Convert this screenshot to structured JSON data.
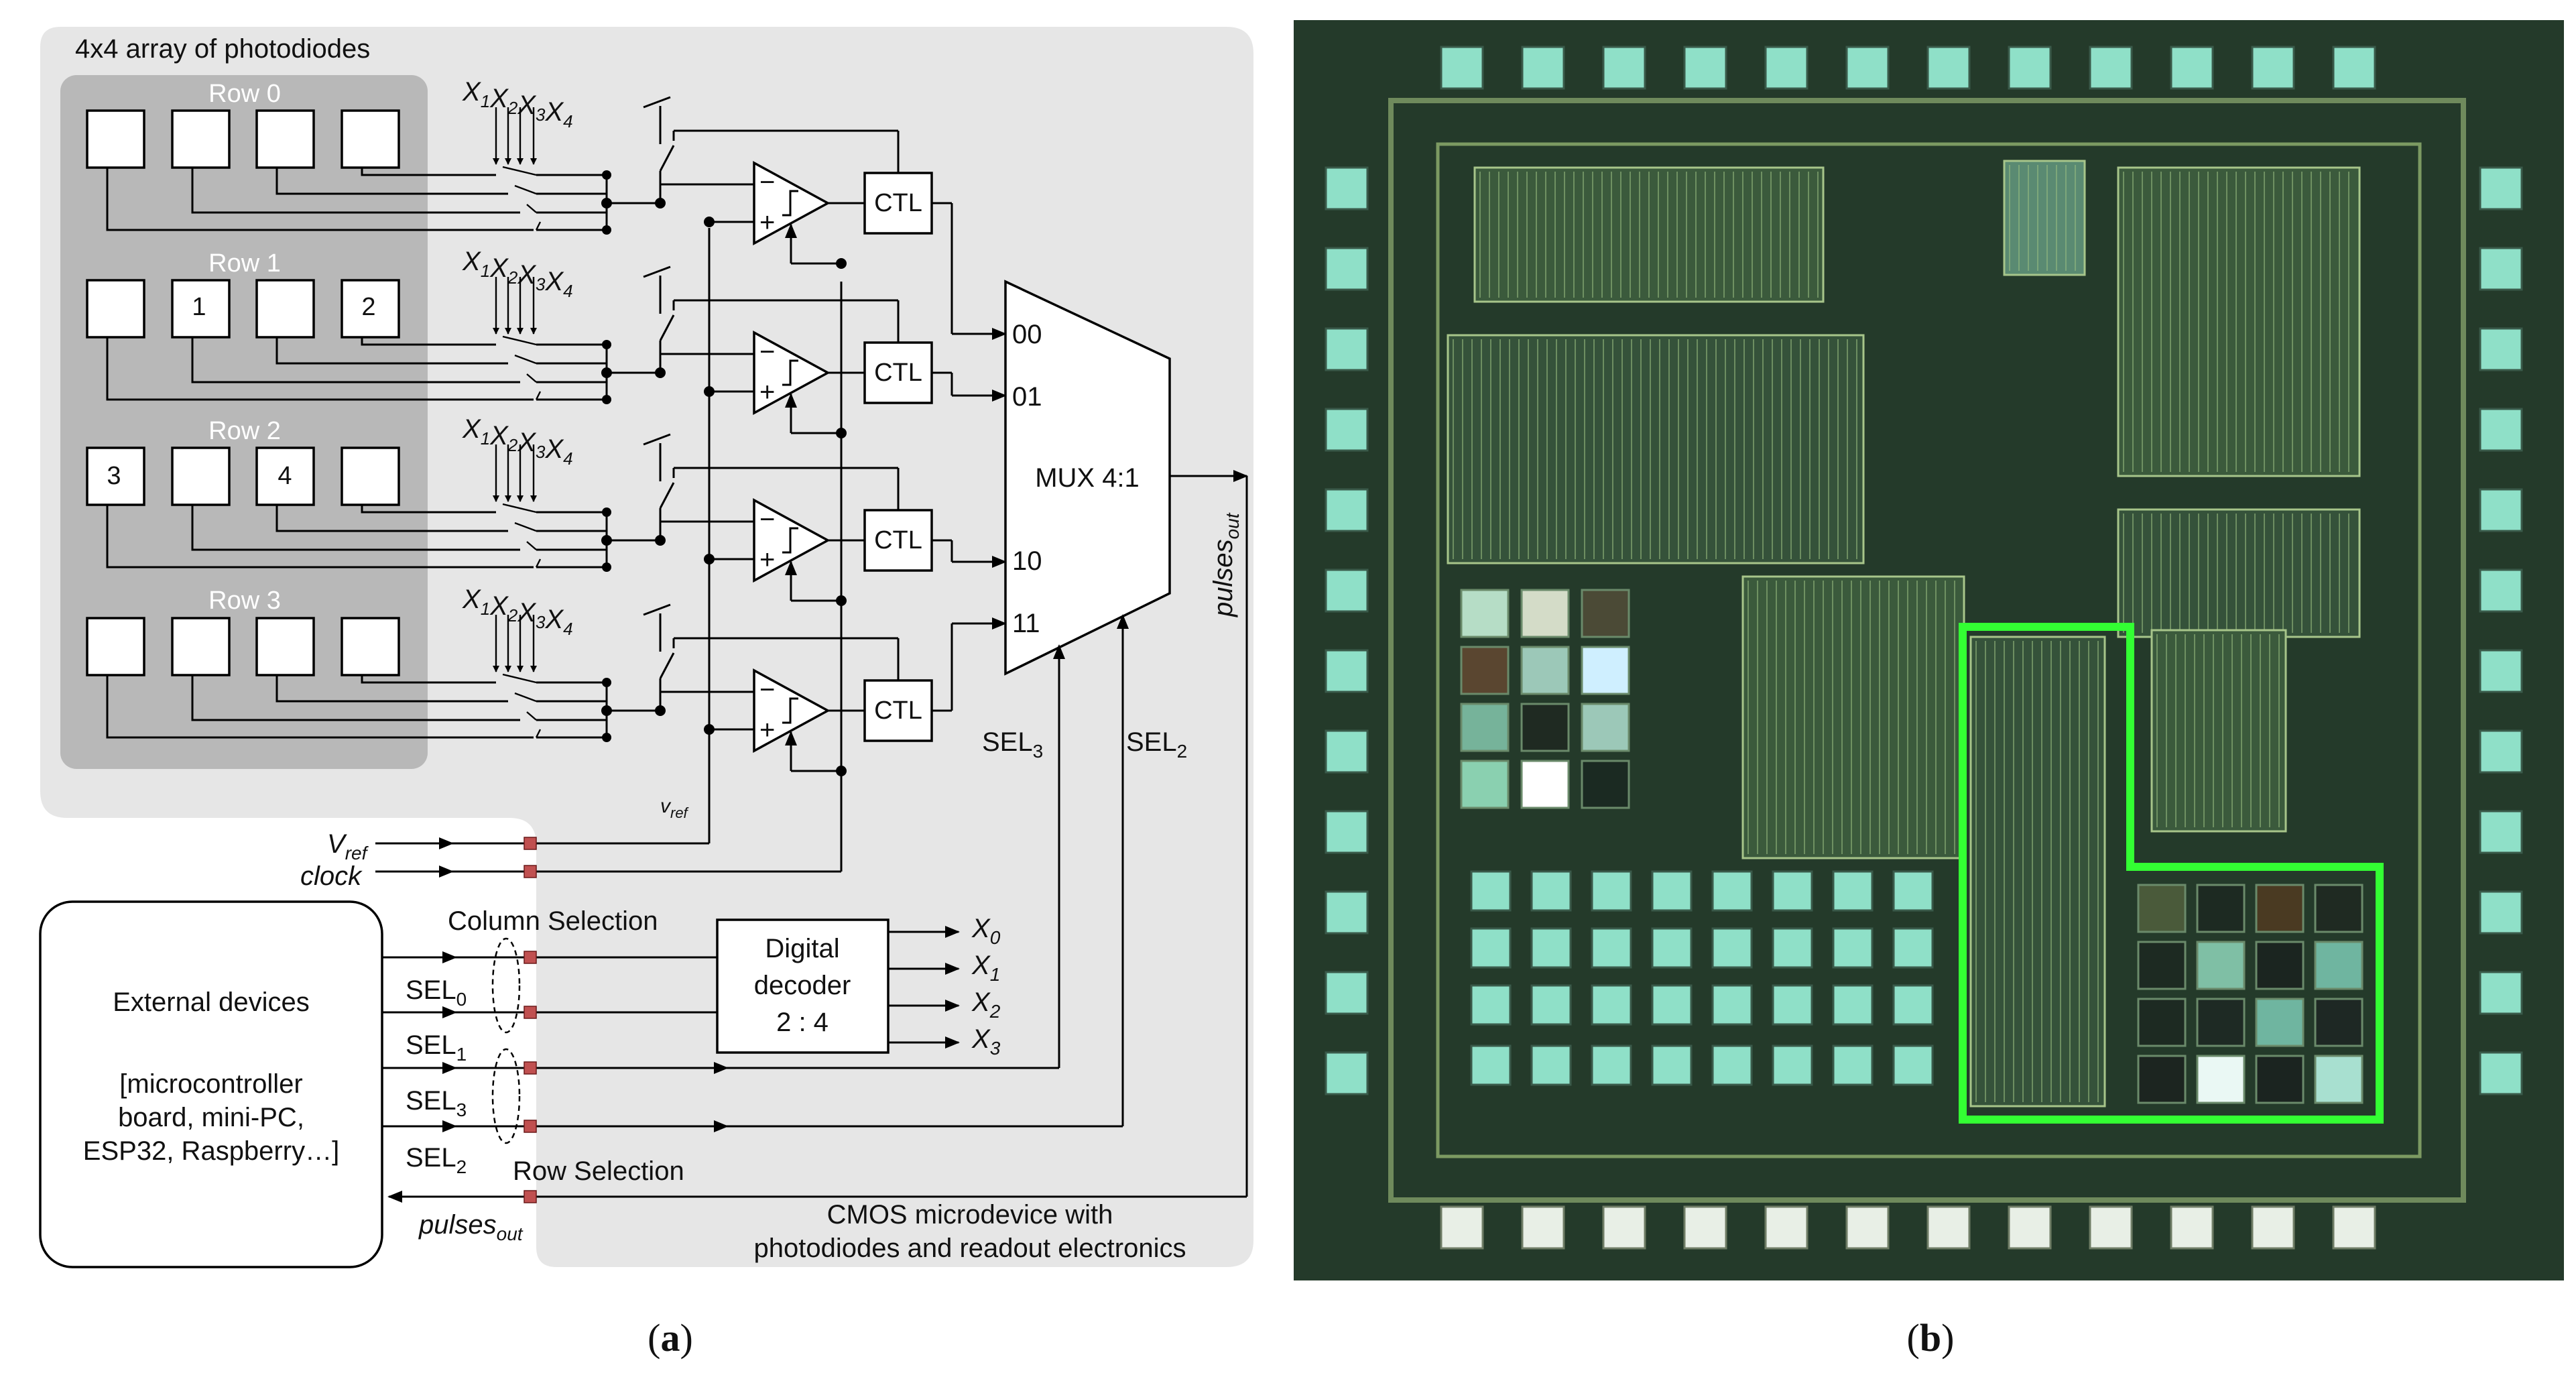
{
  "panel_a": {
    "array_title": "4x4 array of photodiodes",
    "rows": [
      "Row 0",
      "Row 1",
      "Row 2",
      "Row 3"
    ],
    "photodiode_numbers": [
      "1",
      "2",
      "3",
      "4"
    ],
    "switch_labels": {
      "x1": "X",
      "s1": "1",
      "x2": "X",
      "s2": "2",
      "x3": "X",
      "s3": "3",
      "x4": "X",
      "s4": "4"
    },
    "ctl_label": "CTL",
    "mux": {
      "label": "MUX 4:1",
      "inputs": [
        "00",
        "01",
        "10",
        "11"
      ]
    },
    "vref_small": {
      "v": "v",
      "sub": "ref"
    },
    "pulses_out_vertical": {
      "main": "pulses",
      "sub": "out"
    },
    "sel3": {
      "main": "SEL",
      "sub": "3"
    },
    "sel2": {
      "main": "SEL",
      "sub": "2"
    },
    "vref_input": {
      "main": "V",
      "sub": "ref"
    },
    "clock_input": "clock",
    "column_selection": "Column Selection",
    "row_selection": "Row Selection",
    "decoder": {
      "line1": "Digital",
      "line2": "decoder",
      "line3": "2 : 4"
    },
    "decoder_outputs": [
      {
        "main": "X",
        "sub": "0"
      },
      {
        "main": "X",
        "sub": "1"
      },
      {
        "main": "X",
        "sub": "2"
      },
      {
        "main": "X",
        "sub": "3"
      }
    ],
    "external": {
      "title": "External devices",
      "line1": "[microcontroller",
      "line2": "board, mini-PC,",
      "line3": "ESP32, Raspberry…]"
    },
    "ext_signals": [
      {
        "main": "SEL",
        "sub": "0"
      },
      {
        "main": "SEL",
        "sub": "1"
      },
      {
        "main": "SEL",
        "sub": "3"
      },
      {
        "main": "SEL",
        "sub": "2"
      }
    ],
    "pulses_out_bottom": {
      "main": "pulses",
      "sub": "out"
    },
    "device_caption_line1": "CMOS microdevice with",
    "device_caption_line2": "photodiodes and readout electronics",
    "caption": {
      "open": "(",
      "letter": "a",
      "close": ")"
    }
  },
  "panel_b": {
    "caption": {
      "open": "(",
      "letter": "b",
      "close": ")"
    },
    "colors": {
      "die_background": "#243a2a",
      "pad_color": "#8fe0c8",
      "highlight": "#33ff33"
    }
  }
}
